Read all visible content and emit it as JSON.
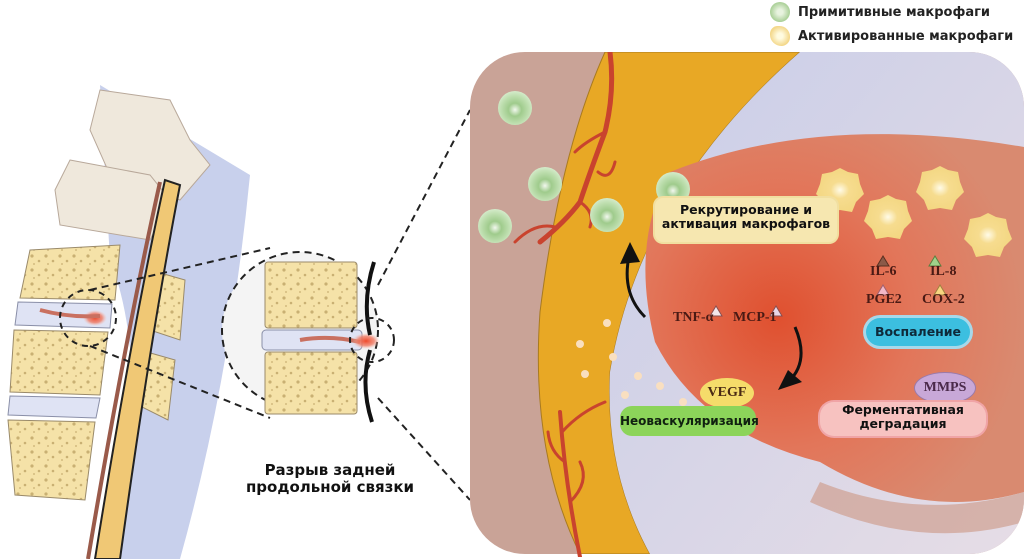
{
  "legend": {
    "items": [
      {
        "label": "Примитивные макрофаги",
        "icon": "primitive-macrophage-icon",
        "color": "#b9dca9"
      },
      {
        "label": "Активированные макрофаги",
        "icon": "activated-macrophage-icon",
        "color": "#f6dc8c"
      }
    ]
  },
  "spine_caption": {
    "line1": "Разрыв задней",
    "line2": "продольной связки"
  },
  "panel": {
    "recruitment_box": {
      "line1": "Рекрутирование и",
      "line2": "активация макрофагов",
      "color": "#f6e7b0"
    },
    "mediators_center": [
      {
        "label": "TNF-α",
        "marker_color": "#f3e6ea"
      },
      {
        "label": "MCP-1",
        "marker_color": "#e8d6e6"
      }
    ],
    "mediators_right": [
      {
        "label": "IL-6",
        "marker_color": "#8b5a48"
      },
      {
        "label": "IL-8",
        "marker_color": "#9fd28a"
      },
      {
        "label": "PGE2",
        "marker_color": "#f2b9c8"
      },
      {
        "label": "COX-2",
        "marker_color": "#f7d680"
      }
    ],
    "inflammation_box": {
      "label": "Воспаление",
      "color": "#3cbfe0"
    },
    "vegf_badge": {
      "label": "VEGF",
      "color": "#f5dc6a"
    },
    "neovascularization_box": {
      "label": "Неоваскуляризация",
      "color": "#8cd45a"
    },
    "mmps_badge": {
      "label": "MMPS",
      "color": "#c8a8d8"
    },
    "degradation_box": {
      "line1": "Ферментативная",
      "line2": "деградация",
      "color": "#f7c2c0"
    }
  },
  "colors": {
    "outer_tissue": "#c9a397",
    "ligament_yellow": "#e8a825",
    "annulus_lavender": "#ccd0e8",
    "nucleus_red": "#e05a3a",
    "bone_yellow": "#f5e2a8",
    "vessel_red": "#c9432e"
  }
}
